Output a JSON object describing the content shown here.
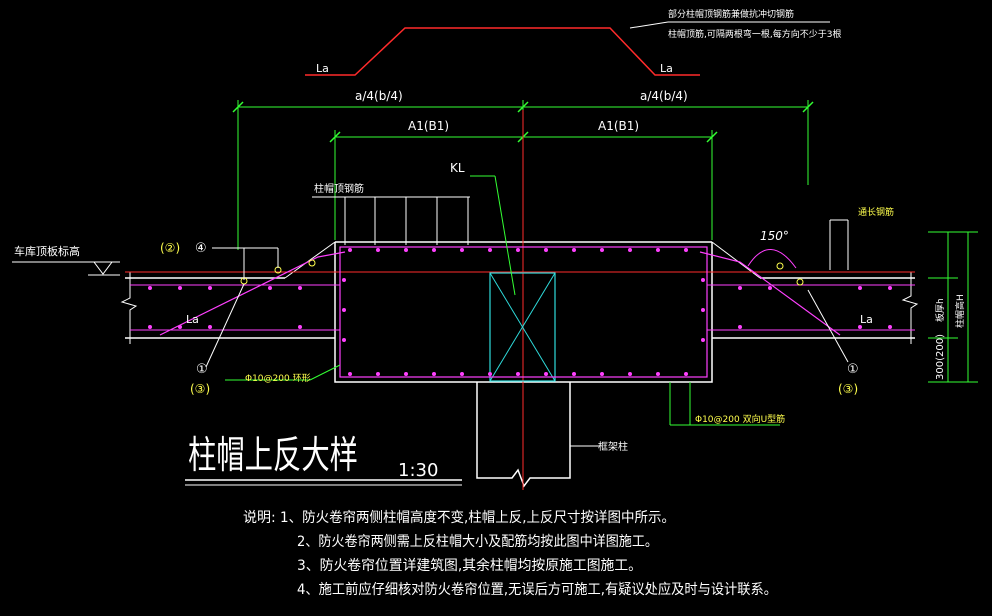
{
  "colors": {
    "background": "#000000",
    "outline": "#ffffff",
    "rebar": "#ff40ff",
    "dimension": "#33ff33",
    "section_lines": "#ff2b2b",
    "column": "#2fdcdc",
    "yellow_text": "#ffff4d"
  },
  "top_detail": {
    "note_line1": "部分柱帽顶钢筋兼做抗冲切钢筋",
    "note_line2": "柱帽顶筋,可隔两根弯一根,每方向不少于3根",
    "la_left": "La",
    "la_right": "La"
  },
  "dimensions": {
    "a4_left": "a/4(b/4)",
    "a4_right": "a/4(b/4)",
    "a1_left": "A1(B1)",
    "a1_right": "A1(B1)",
    "slab_h": "板厚h",
    "cap_h": "柱帽高H",
    "offset": "300(200)"
  },
  "labels": {
    "cap_top_bars": "柱帽顶钢筋",
    "kl": "KL",
    "through_bars": "通长钢筋",
    "angle": "150°",
    "garage_roof": "车库顶板标高",
    "left_circle_2": "(②)",
    "left_circle_4": "④",
    "left_circle_1": "①",
    "left_circle_3": "(③)",
    "right_circle_1": "①",
    "right_circle_3": "(③)",
    "la_left_mid": "La",
    "la_right_mid": "La",
    "ring_stirrup": "Φ10@200 环形",
    "u_bars": "Φ10@200 双向U型筋",
    "frame_column": "框架柱"
  },
  "title": {
    "main": "柱帽上反大样",
    "scale": "1:30"
  },
  "notes": {
    "prefix": "说明:",
    "items": [
      "1、防火卷帘两侧柱帽高度不变,柱帽上反,上反尺寸按详图中所示。",
      "2、防火卷帘两侧需上反柱帽大小及配筋均按此图中详图施工。",
      "3、防火卷帘位置详建筑图,其余柱帽均按原施工图施工。",
      "4、施工前应仔细核对防火卷帘位置,无误后方可施工,有疑议处应及时与设计联系。"
    ]
  }
}
